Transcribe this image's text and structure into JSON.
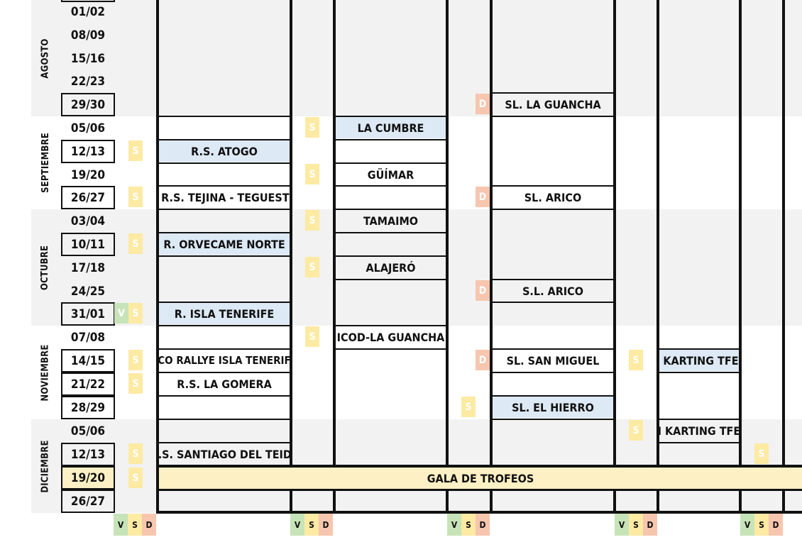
{
  "months": [
    "AGOSTO",
    "SEPTIEMBRE",
    "OCTUBRE",
    "NOVIEMBRE",
    "DICIEMBRE"
  ],
  "dates": [
    "01/02",
    "08/09",
    "15/16",
    "22/23",
    "29/30",
    "05/06",
    "12/13",
    "19/20",
    "26/27",
    "03/04",
    "10/11",
    "17/18",
    "24/25",
    "31/01",
    "07/08",
    "14/15",
    "21/22",
    "28/29",
    "05/06",
    "12/13",
    "19/20",
    "26/27"
  ],
  "events": {
    "rallyes": [
      "R.S. ATOGO",
      "* R.S. TEJINA - TEGUESTE",
      "R. ORVECAME NORTE",
      "R. ISLA TENERIFE",
      "ECO RALLYE ISLA TENERIFE",
      "R.S. LA GOMERA",
      "R.S. SANTIAGO DEL TEIDE"
    ],
    "montana": [
      "LA CUMBRE",
      "GÜÍMAR",
      "TAMAIMO",
      "ALAJERÓ",
      "ICOD-LA GUANCHA"
    ],
    "slalom": [
      "SL. LA GUANCHA",
      "SL. ARICO",
      "S.L. ARICO",
      "SL. SAN MIGUEL",
      "SL. EL HIERRO"
    ],
    "karting": [
      "I KARTING TFE.",
      "II KARTING TFE."
    ],
    "gala": "GALA DE TROFEOS"
  },
  "badges": {
    "v": "V",
    "s": "S",
    "d": "D"
  },
  "legend": [
    "V",
    "S",
    "D"
  ],
  "colors": {
    "blue_cell": "#dde9f5",
    "cream_cell": "#fdf0c4",
    "badge_s": "#fdeaa3",
    "badge_d": "#f7c6ae",
    "badge_v": "#c7e3b8",
    "gray_band": "#f2f2f2"
  }
}
